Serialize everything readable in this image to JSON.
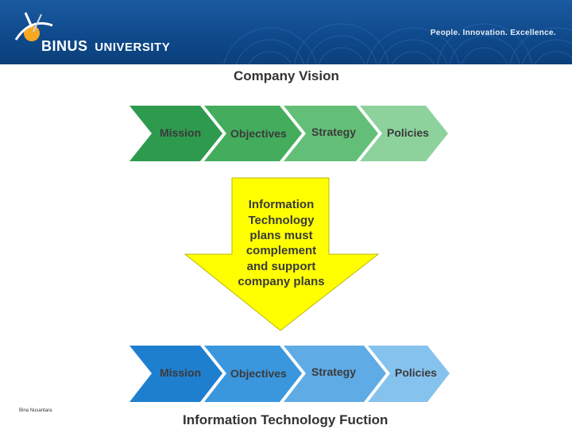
{
  "header": {
    "logo_brand": "BINUS",
    "logo_suffix": "UNIVERSITY",
    "tagline": "People. Innovation. Excellence."
  },
  "diagram": {
    "top_title": "Company Vision",
    "top_steps": [
      "Mission",
      "Objectives",
      "Strategy",
      "Policies"
    ],
    "arrow_lines": [
      "Information",
      "Technology",
      "plans must",
      "complement",
      "and support",
      "company plans"
    ],
    "bottom_steps": [
      "Mission",
      "Objectives",
      "Strategy",
      "Policies"
    ],
    "bottom_title": "Information Technology Fuction"
  },
  "colors": {
    "top_chevrons": [
      "#2e9a4e",
      "#43ad5d",
      "#63bf77",
      "#8dd29c"
    ],
    "bottom_chevrons": [
      "#1f7fcf",
      "#3a97dd",
      "#5eabe5",
      "#86c2ee"
    ],
    "arrow": "#ffff00",
    "header_bg": "#0f4a8c"
  },
  "footer": {
    "author": "Bina Nusantara"
  }
}
